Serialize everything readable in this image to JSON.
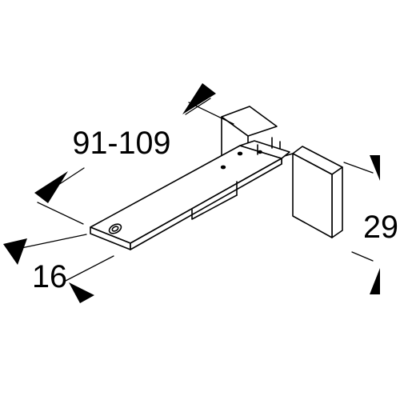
{
  "dimensions": {
    "length": "91-109",
    "width": "16",
    "height": "29"
  },
  "colors": {
    "line": "#000000",
    "background": "#ffffff"
  }
}
